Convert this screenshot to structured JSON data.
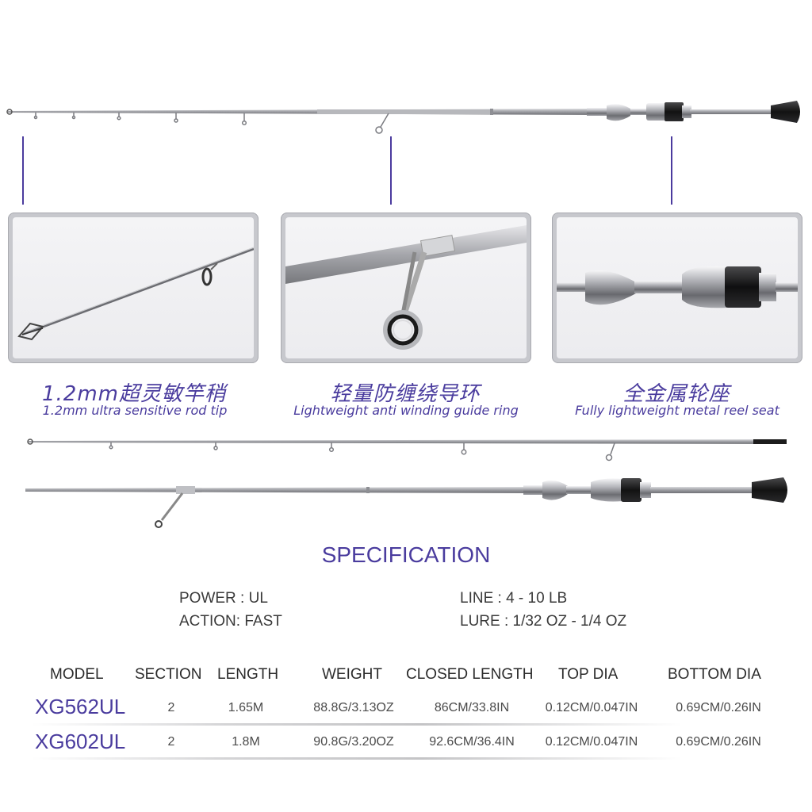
{
  "features": [
    {
      "title_cn": "1.2mm超灵敏竿稍",
      "title_en": "1.2mm ultra sensitive rod tip"
    },
    {
      "title_cn": "轻量防缠绕导环",
      "title_en": "Lightweight anti winding guide ring"
    },
    {
      "title_cn": "全金属轮座",
      "title_en": "Fully lightweight metal reel seat"
    }
  ],
  "specification": {
    "title": "SPECIFICATION",
    "power": "POWER :  UL",
    "action": "ACTION:  FAST",
    "line": "LINE :   4 - 10 LB",
    "lure": "LURE : 1/32 OZ  - 1/4 OZ"
  },
  "table": {
    "headers": [
      "MODEL",
      "SECTION",
      "LENGTH",
      "WEIGHT",
      "CLOSED LENGTH",
      "TOP DIA",
      "BOTTOM DIA"
    ],
    "rows": [
      {
        "model": "XG562UL",
        "section": "2",
        "length": "1.65M",
        "weight": "88.8G/3.13OZ",
        "closed": "86CM/33.8IN",
        "top": "0.12CM/0.047IN",
        "bottom": "0.69CM/0.26IN"
      },
      {
        "model": "XG602UL",
        "section": "2",
        "length": "1.8M",
        "weight": "90.8G/3.20OZ",
        "closed": "92.6CM/36.4IN",
        "top": "0.12CM/0.047IN",
        "bottom": "0.69CM/0.26IN"
      }
    ]
  },
  "colors": {
    "accent": "#4a3c9e"
  }
}
